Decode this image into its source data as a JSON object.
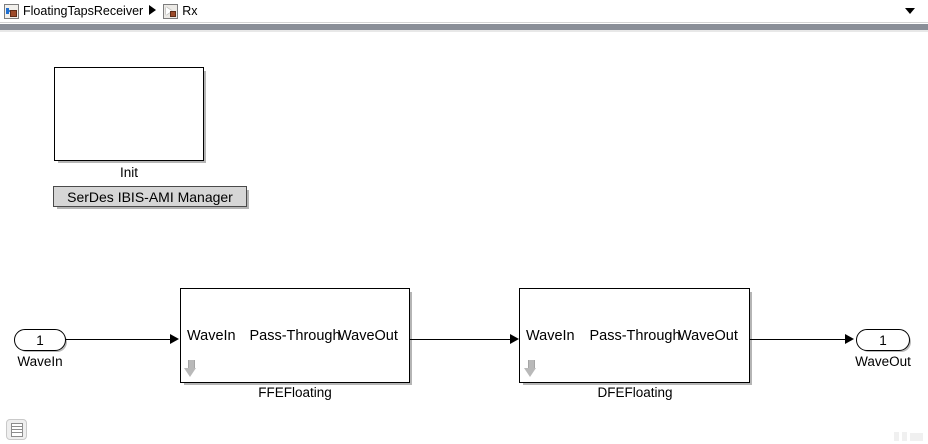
{
  "breadcrumb": {
    "items": [
      {
        "label": "FloatingTapsReceiver",
        "icon": "simulink-model-icon"
      },
      {
        "label": "Rx",
        "icon": "subsystem-icon"
      }
    ],
    "separator": "▶",
    "dropdown_icon": "chevron-down-icon"
  },
  "canvas": {
    "init_block": {
      "label": "Init",
      "body_text": ""
    },
    "serdes_button": {
      "label": "SerDes IBIS-AMI Manager"
    },
    "input_port": {
      "number": "1",
      "label": "WaveIn"
    },
    "output_port": {
      "number": "1",
      "label": "WaveOut"
    },
    "blocks": [
      {
        "name": "FFEFloating",
        "in_port_label": "WaveIn",
        "center_label": "Pass-Through",
        "out_port_label": "WaveOut",
        "badge_icon": "down-arrow-icon"
      },
      {
        "name": "DFEFloating",
        "in_port_label": "WaveIn",
        "center_label": "Pass-Through",
        "out_port_label": "WaveOut",
        "badge_icon": "down-arrow-icon"
      }
    ]
  },
  "status_bar": {
    "view_icon": "model-browser-icon",
    "resize_grip_icon": "resize-grip-icon"
  },
  "colors": {
    "canvas_background": "#ffffff",
    "block_border": "#000000",
    "button_face": "#d6d6d6",
    "toolstrip_rule": "#8a8f98",
    "badge_grey": "#b9b9b9"
  }
}
